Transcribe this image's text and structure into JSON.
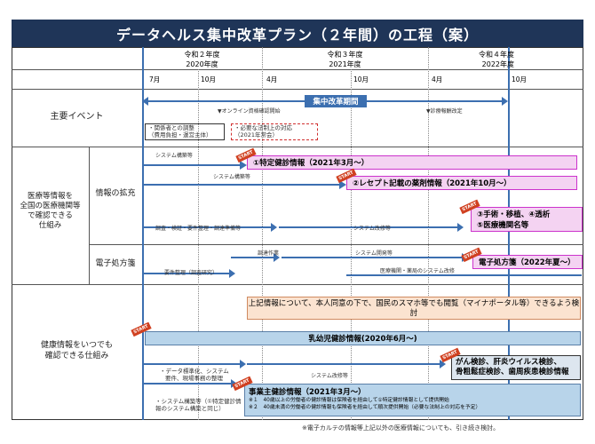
{
  "title": "データヘルス集中改革プラン（２年間）の工程（案）",
  "years": [
    {
      "era": "令和２年度",
      "year": "2020年度"
    },
    {
      "era": "令和３年度",
      "year": "2021年度"
    },
    {
      "era": "令和４年度",
      "year": "2022年度"
    }
  ],
  "months": [
    "7月",
    "10月",
    "4月",
    "10月",
    "4月",
    "10月"
  ],
  "categories": {
    "main_events": "主要イベント",
    "medical_info": "医療等情報を\n全国の医療機関等\nで確認できる\n仕組み",
    "info_expand": "情報の拡充",
    "e_prescription": "電子処方箋",
    "health_info": "健康情報をいつでも\n確認できる仕組み"
  },
  "events": {
    "reform_period": "集中改革期間",
    "online_start": "▼オンライン資格確認開始",
    "remuneration": "▼診療報酬改定",
    "coordination": "・関係者との調整\n（費用負担・運営主体）",
    "legal": "・必要な法制上の対応\n（2021年常会）"
  },
  "info_expand": {
    "item1": "①特定健診情報（2021年3月～）",
    "item2": "②レセプト記載の薬剤情報（2021年10月～）",
    "item3": "③手術・移植、④透析",
    "item4": "⑤医療機関名等",
    "sys_build1": "システム構築等",
    "sys_build2": "システム構築等",
    "survey": "調査・検証・要件整理・調達準備等",
    "sys_mod": "システム改修等"
  },
  "e_prescription": {
    "box": "電子処方箋（2022年夏～）",
    "verify": "調達作業",
    "sys_dev": "システム開発等",
    "req": "要件整理（調査研究）",
    "deploy": "医療機関・薬局のシステム改修"
  },
  "health_info": {
    "note": "上記情報について、本人同意の下で、国民のスマホ等でも閲覧（マイナポータル等）できるよう検討",
    "infant": "乳幼児健診情報(2020年6月～)",
    "cancer1": "がん検診、肝炎ウイルス検診、",
    "cancer2": "骨粗鬆症検診、歯周疾患検診情報",
    "standard1": "・データ標準化、システム",
    "standard2": "要件、現場事務の整理",
    "sys_mod": "システム改修等",
    "sys_build": "・システム構築等（①特定健診情報のシステム構築と同じ）",
    "workplace": "事業主健診情報（2021年3月～）",
    "note1": "※１　40歳以上の労働者の健診情報は保険者を経由して①特定健診情報として提供開始",
    "note2": "※２　40歳未満の労働者の健診情報も保険者を経由して順次提供開始（必要な法制上の対応を予定）"
  },
  "footnote": "※電子カルテの情報等上記以外の医療情報についても、引き続き検討。",
  "start_mark": "START",
  "colors": {
    "title_bg": "#1f3558",
    "arrow": "#3c6fb0",
    "pink": "#f4d3f2",
    "magenta": "#cc33cc",
    "light_blue": "#b8d4ea"
  }
}
